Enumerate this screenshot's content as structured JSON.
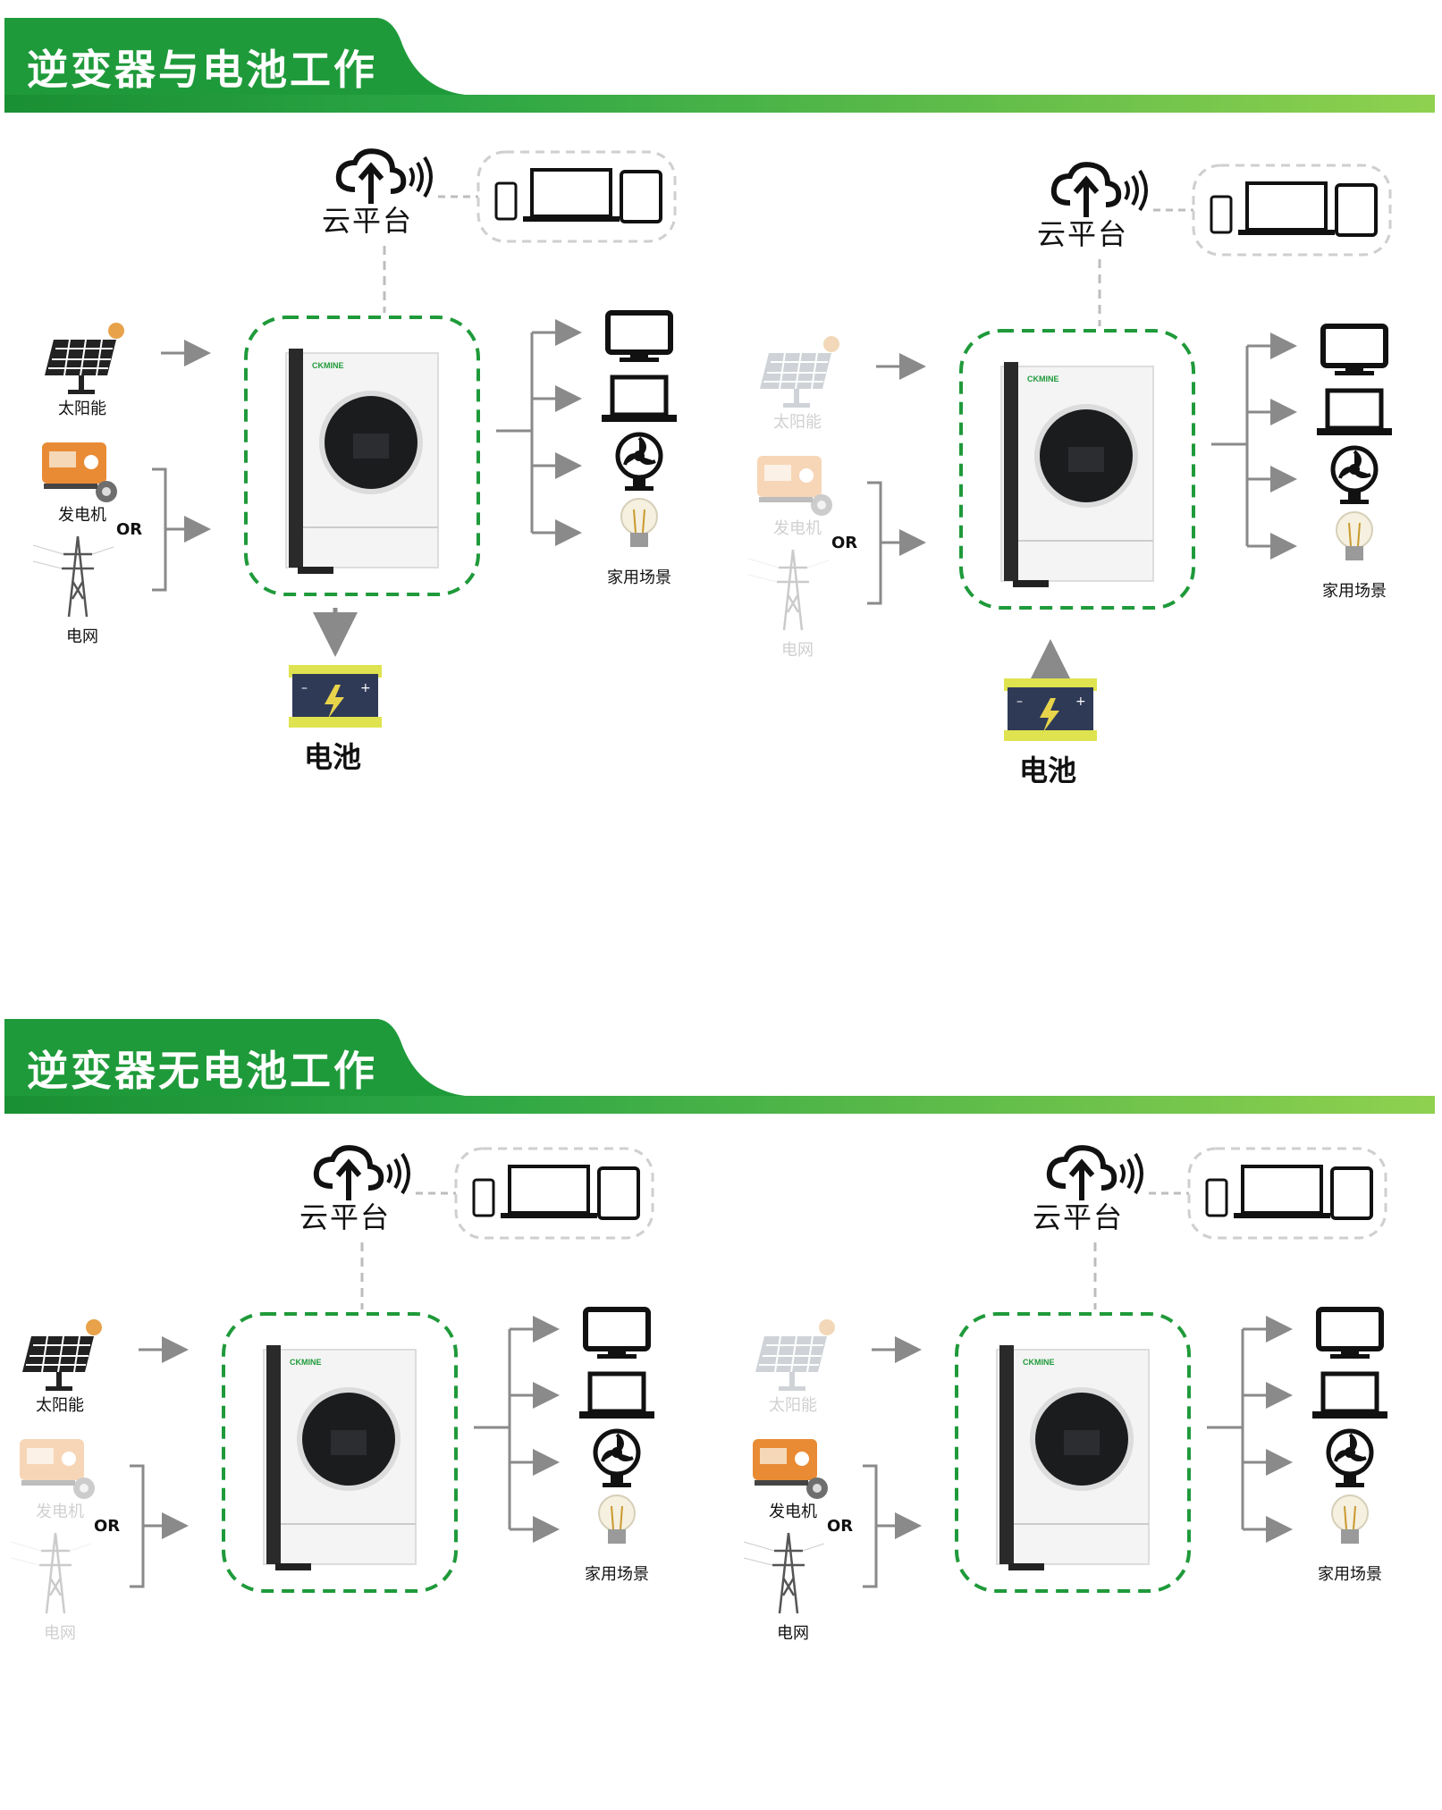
{
  "sections": [
    {
      "title": "逆变器与电池工作",
      "panels": [
        {
          "solar": "太阳能",
          "generator": "发电机",
          "grid": "电网",
          "or": "OR",
          "cloud": "云平台",
          "loads": "家用场景",
          "battery": "电池",
          "battery_flow": "charge",
          "faded": {
            "solar": false,
            "generator": false,
            "grid": false
          }
        },
        {
          "solar": "太阳能",
          "generator": "发电机",
          "grid": "电网",
          "or": "OR",
          "cloud": "云平台",
          "loads": "家用场景",
          "battery": "电池",
          "battery_flow": "discharge",
          "faded": {
            "solar": true,
            "generator": true,
            "grid": true
          }
        }
      ]
    },
    {
      "title": "逆变器无电池工作",
      "panels": [
        {
          "solar": "太阳能",
          "generator": "发电机",
          "grid": "电网",
          "or": "OR",
          "cloud": "云平台",
          "loads": "家用场景",
          "faded": {
            "solar": false,
            "generator": true,
            "grid": true
          }
        },
        {
          "solar": "太阳能",
          "generator": "发电机",
          "grid": "电网",
          "or": "OR",
          "cloud": "云平台",
          "loads": "家用场景",
          "faded": {
            "solar": true,
            "generator": false,
            "grid": false
          }
        }
      ]
    }
  ],
  "brand": "CKMINE",
  "colors": {
    "green": "#1f9a3a",
    "arrow": "#8a8a8a",
    "dash": "#bdbdbd"
  }
}
